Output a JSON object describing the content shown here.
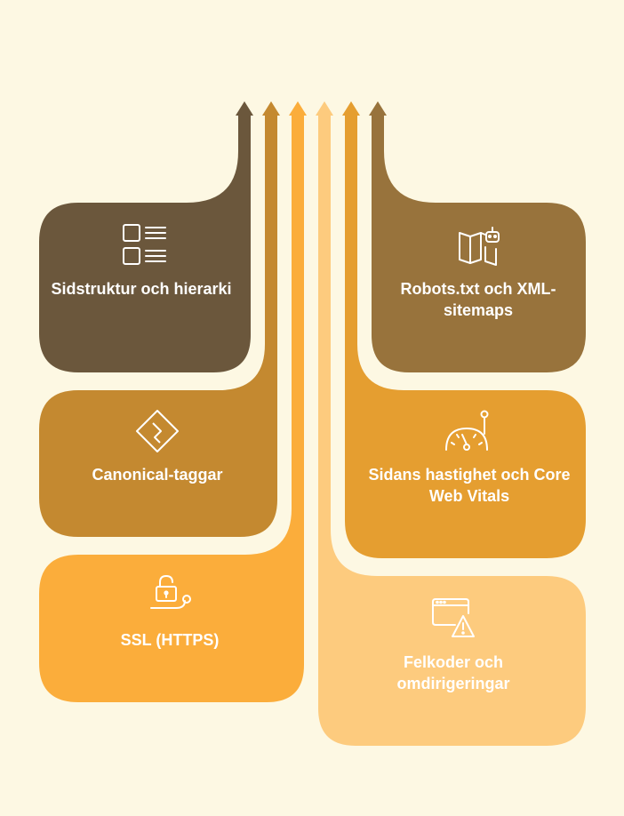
{
  "diagram": {
    "items": [
      {
        "id": "sidstruktur",
        "label": "Sidstruktur och hierarki",
        "color": "#6b573c",
        "icon": "layout-list-icon"
      },
      {
        "id": "canonical",
        "label": "Canonical-taggar",
        "color": "#c48930",
        "icon": "canonical-diamond-icon"
      },
      {
        "id": "ssl",
        "label": "SSL (HTTPS)",
        "color": "#fbad3b",
        "icon": "lock-icon"
      },
      {
        "id": "robots",
        "label": "Robots.txt och XML-sitemaps",
        "color": "#98733c",
        "icon": "map-robot-icon"
      },
      {
        "id": "speed",
        "label": "Sidans hastighet och Core Web Vitals",
        "color": "#e59e30",
        "icon": "speedometer-icon"
      },
      {
        "id": "errors",
        "label": "Felkoder och omdirigeringar",
        "color": "#fdcb7e",
        "icon": "browser-warning-icon"
      }
    ]
  }
}
